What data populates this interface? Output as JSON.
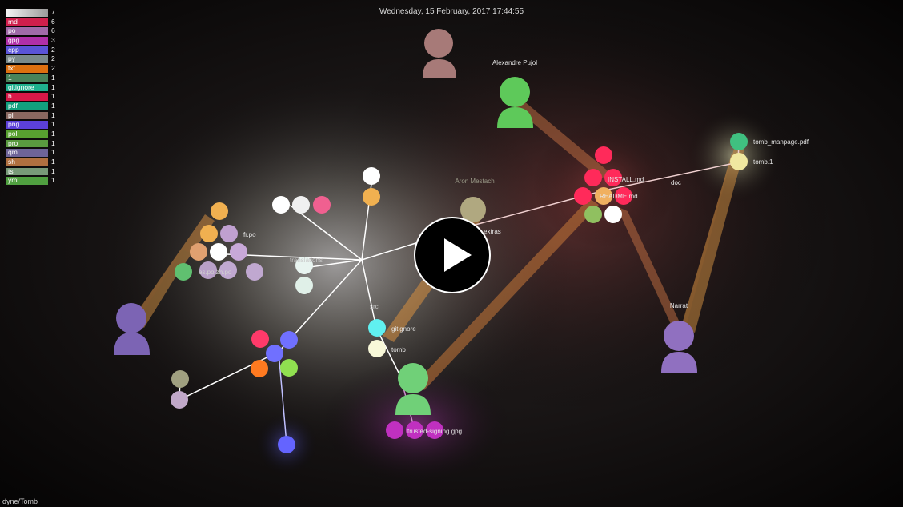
{
  "header": {
    "date": "Wednesday, 15 February, 2017 17:44:55"
  },
  "footer": {
    "repository": "dyne/Tomb"
  },
  "legend": [
    {
      "ext": "",
      "count": "7",
      "color": "#e8e8e8"
    },
    {
      "ext": "md",
      "count": "6",
      "color": "#d01f4c"
    },
    {
      "ext": "po",
      "count": "6",
      "color": "#a06aa8"
    },
    {
      "ext": "gpg",
      "count": "3",
      "color": "#b02fa8"
    },
    {
      "ext": "cpp",
      "count": "2",
      "color": "#5a54d8"
    },
    {
      "ext": "py",
      "count": "2",
      "color": "#7a8a8a"
    },
    {
      "ext": "txt",
      "count": "2",
      "color": "#dd7010"
    },
    {
      "ext": "1",
      "count": "1",
      "color": "#48835a"
    },
    {
      "ext": "gitignore",
      "count": "1",
      "color": "#1fb08e"
    },
    {
      "ext": "h",
      "count": "1",
      "color": "#d81848"
    },
    {
      "ext": "pdf",
      "count": "1",
      "color": "#12a07e"
    },
    {
      "ext": "pl",
      "count": "1",
      "color": "#8a6860"
    },
    {
      "ext": "png",
      "count": "1",
      "color": "#5c40d8"
    },
    {
      "ext": "pol",
      "count": "1",
      "color": "#58a030"
    },
    {
      "ext": "pro",
      "count": "1",
      "color": "#5a9a40"
    },
    {
      "ext": "qm",
      "count": "1",
      "color": "#6e6498"
    },
    {
      "ext": "sh",
      "count": "1",
      "color": "#b07040"
    },
    {
      "ext": "ts",
      "count": "1",
      "color": "#789a78"
    },
    {
      "ext": "yml",
      "count": "1",
      "color": "#50a040"
    }
  ],
  "users": [
    {
      "name": "",
      "color": "#a77a78"
    },
    {
      "name": "Alexandre Pujol",
      "color": "#5ec95a"
    },
    {
      "name": "Aron Mestach",
      "color": "#a0a078"
    },
    {
      "name": "",
      "color": "#7c64b4"
    },
    {
      "name": "Narrat",
      "color": "#9070c0"
    },
    {
      "name": "",
      "color": "#70d078"
    }
  ],
  "labels": {
    "fr_po": "fr.po",
    "translations": "translations",
    "other_po": "es.po zh.po",
    "extras": "extras",
    "install_md": "INSTALL.md",
    "readme_md": "README.md",
    "doc": "doc",
    "manpage_pdf": "tomb_manpage.pdf",
    "tomb_1": "tomb.1",
    "gitignore": "gitignore",
    "trunk": "tomb",
    "src": "src",
    "gpg_files": "trusted-signing.gpg"
  },
  "play_button": {
    "label": "Play video",
    "icon": "play-icon"
  }
}
